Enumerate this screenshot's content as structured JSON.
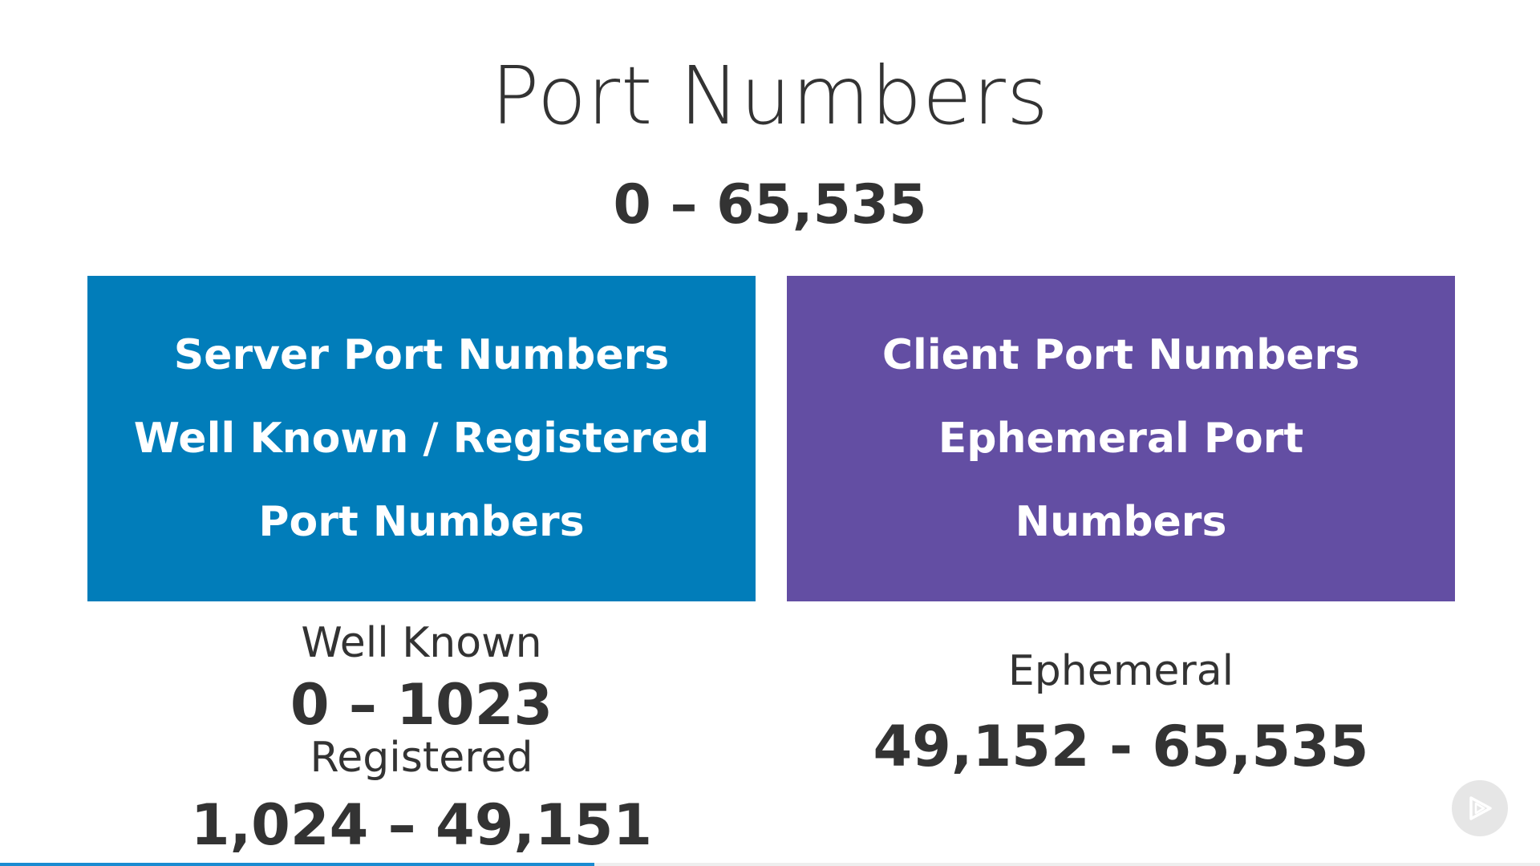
{
  "slide": {
    "title": "Port Numbers",
    "range": "0 – 65,535"
  },
  "server_box": {
    "line1": "Server Port Numbers",
    "line2": "Well Known / Registered",
    "line3": "Port Numbers",
    "color": "#017dba"
  },
  "client_box": {
    "line1": "Client Port Numbers",
    "line2": "Ephemeral Port",
    "line3": "Numbers",
    "color": "#634ea3"
  },
  "server_details": {
    "well_known_label": "Well Known",
    "well_known_range": "0 – 1023",
    "registered_label": "Registered",
    "registered_range": "1,024 – 49,151"
  },
  "client_details": {
    "ephemeral_label": "Ephemeral",
    "ephemeral_range": "49,152 - 65,535"
  },
  "player": {
    "icon": "play-icon",
    "progress_percent": 38.6
  }
}
